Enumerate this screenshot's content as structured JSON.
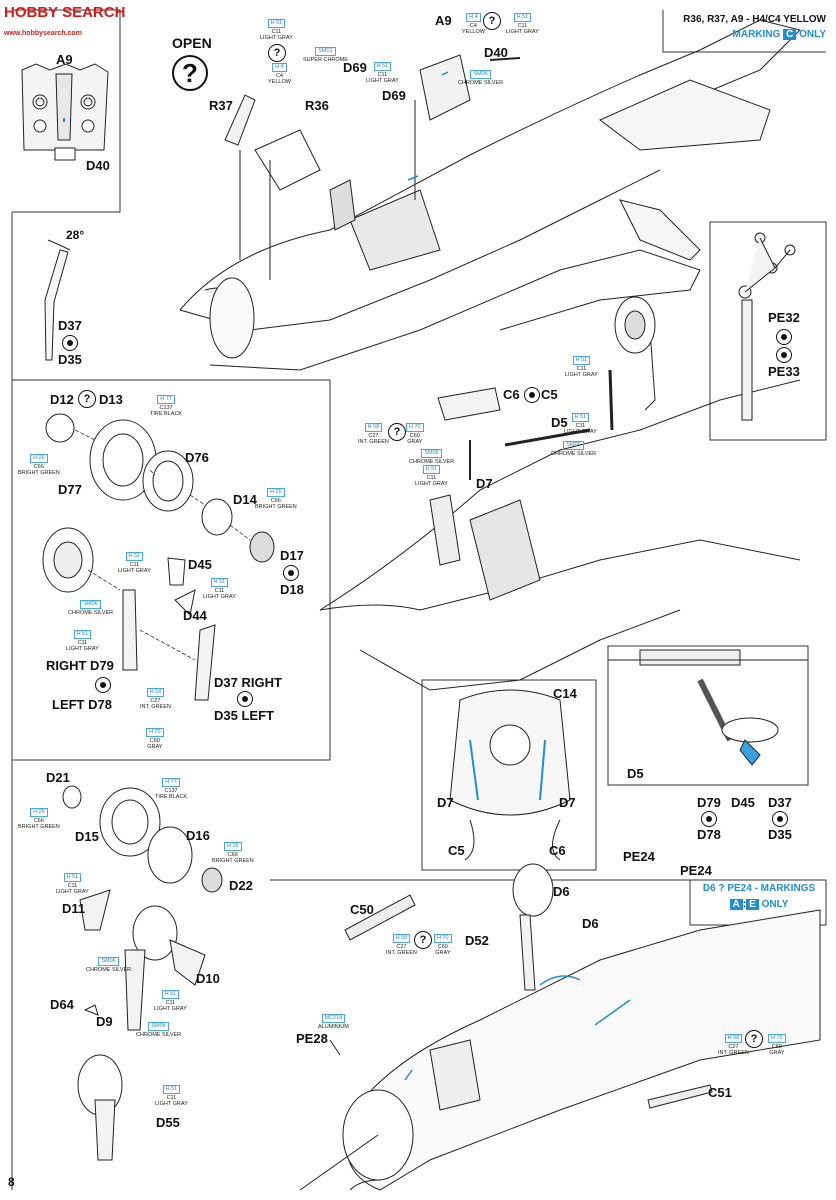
{
  "watermark": {
    "text": "HOBBY SEARCH",
    "sub": "www.hobbysearch.com"
  },
  "page_number": "8",
  "header_note": {
    "line1": "R36, R37, A9 - H4/C4 YELLOW",
    "line2_prefix": "MARKING",
    "marking_letter": "C",
    "line2_suffix": "ONLY"
  },
  "markings_note": {
    "line1": "D6 ? PE24 - MARKINGS",
    "letter_a": "A",
    "letter_e": "E",
    "suffix": "ONLY"
  },
  "open_label": "OPEN",
  "angle_label": "28°",
  "parts": {
    "a9_inset": "A9",
    "d40_inset": "D40",
    "r37": "R37",
    "r36": "R36",
    "d69_top": "D69",
    "d69_bottom": "D69",
    "a9_top": "A9",
    "d40_top": "D40",
    "d37_left": "D37",
    "d35_left": "D35",
    "d12": "D12",
    "d13": "D13",
    "d76": "D76",
    "d77": "D77",
    "d14": "D14",
    "d17": "D17",
    "d18": "D18",
    "d45": "D45",
    "d44": "D44",
    "right_d79": "RIGHT D79",
    "left_d78": "LEFT D78",
    "d37_right": "D37 RIGHT",
    "d35_left_mid": "D35 LEFT",
    "c6_mid": "C6",
    "c5_mid": "C5",
    "d5_mid": "D5",
    "d7_mid": "D7",
    "pe32": "PE32",
    "pe33": "PE33",
    "c14": "C14",
    "d7_l": "D7",
    "d7_r": "D7",
    "c5_bot": "C5",
    "c6_bot": "C6",
    "d5_inset": "D5",
    "d79_inset": "D79",
    "d45_inset": "D45",
    "d37_inset": "D37",
    "d78_inset": "D78",
    "d35_inset": "D35",
    "d21": "D21",
    "d15": "D15",
    "d16": "D16",
    "d22": "D22",
    "d11": "D11",
    "d10": "D10",
    "d64": "D64",
    "d9": "D9",
    "d55": "D55",
    "pe24_a": "PE24",
    "pe24_b": "PE24",
    "d6_a": "D6",
    "d6_b": "D6",
    "c50": "C50",
    "d52": "D52",
    "pe28": "PE28",
    "c51": "C51"
  },
  "paints": {
    "h51_c11_top": {
      "code": "H 51",
      "c": "C11",
      "name": "LIGHT GRAY"
    },
    "sm01": {
      "code": "SM01",
      "name": "SUPER CHROME"
    },
    "h4_c4_a": {
      "code": "H 4",
      "c": "C4",
      "name": "YELLOW"
    },
    "h51_c11_d69": {
      "code": "H 51",
      "c": "C11",
      "name": "LIGHT GRAY"
    },
    "h4_c4_b": {
      "code": "H 4",
      "c": "C4",
      "name": "YELLOW"
    },
    "h51_c11_b": {
      "code": "H 51",
      "c": "C11",
      "name": "LIGHT GRAY"
    },
    "sm06_a": {
      "code": "SM06",
      "name": "CHROME SILVER"
    },
    "h77_c137_a": {
      "code": "H 77",
      "c": "C137",
      "name": "TIRE BLACK"
    },
    "h26_c66_a": {
      "code": "H 26",
      "c": "C66",
      "name": "BRIGHT GREEN"
    },
    "h26_c66_b": {
      "code": "H 26",
      "c": "C66",
      "name": "BRIGHT GREEN"
    },
    "h51_c11_c": {
      "code": "H 51",
      "c": "C11",
      "name": "LIGHT GRAY"
    },
    "h51_c11_d": {
      "code": "H 51",
      "c": "C11",
      "name": "LIGHT GRAY"
    },
    "sm06_b": {
      "code": "SM06",
      "name": "CHROME SILVER"
    },
    "h51_c11_e": {
      "code": "H 51",
      "c": "C11",
      "name": "LIGHT GRAY"
    },
    "h58_c27_a": {
      "code": "H 58",
      "c": "C27",
      "name": "INT. GREEN"
    },
    "h70_c60_a": {
      "code": "H 70",
      "c": "C60",
      "name": "GRAY"
    },
    "h58_c27_b": {
      "code": "H 58",
      "c": "C27",
      "name": "INT. GREEN"
    },
    "h70_c60_b": {
      "code": "H 70",
      "c": "C60",
      "name": "GRAY"
    },
    "sm06_c": {
      "code": "SM06",
      "name": "CHROME SILVER"
    },
    "h51_c11_f": {
      "code": "H 51",
      "c": "C11",
      "name": "LIGHT GRAY"
    },
    "h51_c11_g": {
      "code": "H 51",
      "c": "C11",
      "name": "LIGHT GRAY"
    },
    "sm06_d": {
      "code": "SM06",
      "name": "CHROME SILVER"
    },
    "h51_c11_h": {
      "code": "H 51",
      "c": "C11",
      "name": "LIGHT GRAY"
    },
    "h26_c66_c": {
      "code": "H 26",
      "c": "C66",
      "name": "BRIGHT GREEN"
    },
    "h77_c137_b": {
      "code": "H 77",
      "c": "C137",
      "name": "TIRE BLACK"
    },
    "h26_c66_d": {
      "code": "H 26",
      "c": "C66",
      "name": "BRIGHT GREEN"
    },
    "h51_c11_i": {
      "code": "H 51",
      "c": "C11",
      "name": "LIGHT GRAY"
    },
    "sm06_e": {
      "code": "SM06",
      "name": "CHROME SILVER"
    },
    "h51_c11_j": {
      "code": "H 51",
      "c": "C11",
      "name": "LIGHT GRAY"
    },
    "sm06_f": {
      "code": "SM06",
      "name": "CHROME SILVER"
    },
    "h51_c11_k": {
      "code": "H 51",
      "c": "C11",
      "name": "LIGHT GRAY"
    },
    "h58_c27_c": {
      "code": "H 58",
      "c": "C27",
      "name": "INT. GREEN"
    },
    "h70_c60_c": {
      "code": "H 70",
      "c": "C60",
      "name": "GRAY"
    },
    "mc218": {
      "code": "MC218",
      "name": "ALUMINIUM"
    },
    "h58_c27_d": {
      "code": "H 58",
      "c": "C27",
      "name": "INT. GREEN"
    },
    "h70_c60_d": {
      "code": "H 70",
      "c": "C60",
      "name": "GRAY"
    }
  },
  "colors": {
    "paint_blue": "#2b8cc4",
    "accent_blue": "#1f8fd0",
    "watermark_red": "#d21c1c"
  }
}
